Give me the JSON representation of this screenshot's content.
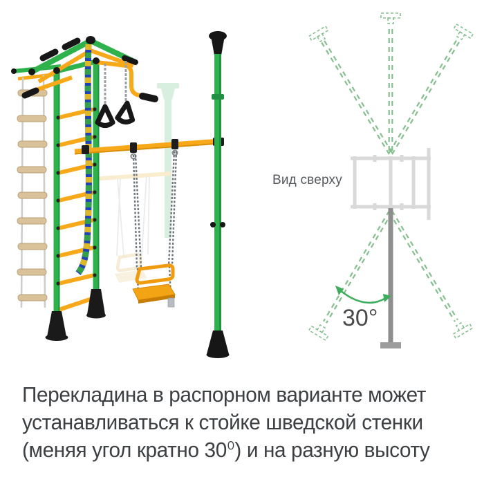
{
  "colors": {
    "frame_green": "#2fb14c",
    "frame_green_dark": "#1f9340",
    "rung_yellow": "#f7a91a",
    "rung_yellow_dark": "#d98e0a",
    "grip_black": "#171717",
    "wood_tan": "#d9c29a",
    "rope_blue": "#2243b8",
    "rope_yellow": "#ddb92a",
    "rope_green": "#35a04b",
    "chain_gray": "#6e757b",
    "ghost_green": "#b9e3c5",
    "ghost_yellow": "#f6dfa8",
    "diagram_dash_green": "#85bf90",
    "diagram_arrow_green": "#3fae5c",
    "diagram_structure_gray": "#d9d9d9",
    "diagram_pole_gray": "#8e8e8e",
    "caption_text": "#3d4043",
    "background": "#ffffff"
  },
  "diagram": {
    "top_view_label": "Вид сверху",
    "angle_label": "30°"
  },
  "caption": {
    "line1": "Перекладина в распорном варианте может",
    "line2": "устанавливаться к стойке шведской стенки",
    "line3": "(меняя угол кратно 30⁰) и на разную высоту"
  }
}
